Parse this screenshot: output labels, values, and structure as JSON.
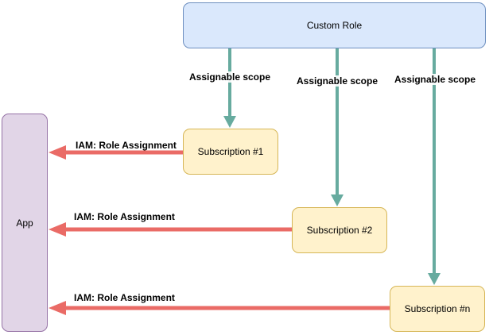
{
  "diagram": {
    "custom_role": {
      "label": "Custom Role"
    },
    "app": {
      "label": "App"
    },
    "subscriptions": [
      {
        "label": "Subscription #1"
      },
      {
        "label": "Subscription #2"
      },
      {
        "label": "Subscription #n"
      }
    ],
    "scope_labels": [
      "Assignable scope",
      "Assignable scope",
      "Assignable scope"
    ],
    "iam_labels": [
      "IAM: Role Assignment",
      "IAM: Role Assignment",
      "IAM: Role Assignment"
    ]
  },
  "colors": {
    "background": "#ffffff",
    "role_fill": "#dae8fc",
    "role_stroke": "#6c8ebf",
    "subscription_fill": "#fff2cc",
    "subscription_stroke": "#d6b656",
    "app_fill": "#e1d5e7",
    "app_stroke": "#9673a6",
    "scope_arrow": "#67ab9f",
    "iam_arrow": "#ea6b66",
    "label_text": "#000000"
  }
}
